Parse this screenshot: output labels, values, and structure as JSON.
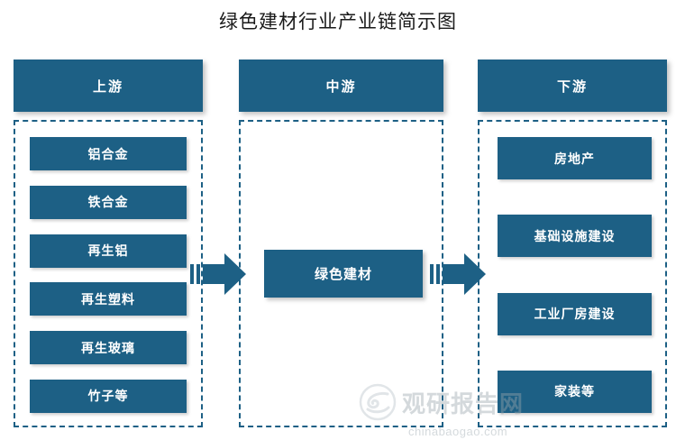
{
  "title": "绿色建材行业产业链简示图",
  "columns": {
    "upstream": {
      "header": "上游",
      "items": [
        {
          "label": "铝合金"
        },
        {
          "label": "铁合金"
        },
        {
          "label": "再生铝"
        },
        {
          "label": "再生塑料"
        },
        {
          "label": "再生玻璃"
        },
        {
          "label": "竹子等"
        }
      ]
    },
    "midstream": {
      "header": "中游",
      "items": [
        {
          "label": "绿色建材"
        }
      ]
    },
    "downstream": {
      "header": "下游",
      "items": [
        {
          "label": "房地产"
        },
        {
          "label": "基础设施建设"
        },
        {
          "label": "工业厂房建设"
        },
        {
          "label": "家装等"
        }
      ]
    }
  },
  "arrows": [
    {
      "name": "arrow-upstream-to-midstream",
      "direction": "right"
    },
    {
      "name": "arrow-midstream-to-downstream",
      "direction": "right"
    }
  ],
  "watermark": {
    "brand": "观研报告网",
    "domain": "chinabaogao.com"
  },
  "colors": {
    "accent": "#1d6085",
    "background": "#ffffff",
    "title_text": "#1a1a1a",
    "box_text": "#ffffff",
    "watermark_text": "#9aa6ad"
  }
}
